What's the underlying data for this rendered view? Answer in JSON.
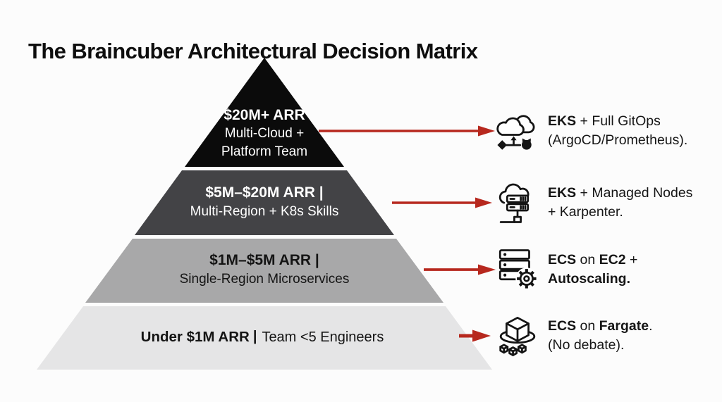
{
  "title": "The Braincuber Architectural Decision Matrix",
  "colors": {
    "background": "#fcfcfc",
    "arrow": "#b7281e",
    "tier1_bg": "#0b0b0b",
    "tier2_bg": "#434346",
    "tier3_bg": "#a8a8a9",
    "tier4_bg": "#e5e5e6"
  },
  "pyramid": {
    "tiers": [
      {
        "name": "tier-20m-plus",
        "line1": "$20M+ ARR",
        "line2": "Multi-Cloud +",
        "line3": "Platform Team"
      },
      {
        "name": "tier-5m-20m",
        "line1": "$5M–$20M ARR |",
        "line2": "Multi-Region + K8s Skills"
      },
      {
        "name": "tier-1m-5m",
        "line1": "$1M–$5M ARR |",
        "line2": "Single-Region Microservices"
      },
      {
        "name": "tier-under-1m",
        "bold": "Under $1M ARR",
        "separator": "|",
        "regular": "Team <5 Engineers"
      }
    ]
  },
  "recommendations": [
    {
      "icon": "multi-cloud-gitops-icon",
      "line1": [
        {
          "t": "EKS",
          "b": true
        },
        {
          "t": " + Full GitOps",
          "b": false
        }
      ],
      "line2": [
        {
          "t": "(ArgoCD/Prometheus).",
          "b": false
        }
      ]
    },
    {
      "icon": "cloud-managed-nodes-icon",
      "line1": [
        {
          "t": "EKS",
          "b": true
        },
        {
          "t": " + Managed Nodes",
          "b": false
        }
      ],
      "line2": [
        {
          "t": "+ Karpenter.",
          "b": false
        }
      ]
    },
    {
      "icon": "server-stack-gear-icon",
      "line1": [
        {
          "t": "ECS",
          "b": true
        },
        {
          "t": " on ",
          "b": false
        },
        {
          "t": "EC2",
          "b": true
        },
        {
          "t": " +",
          "b": false
        }
      ],
      "line2": [
        {
          "t": "Autoscaling.",
          "b": true
        }
      ]
    },
    {
      "icon": "cube-containers-icon",
      "line1": [
        {
          "t": "ECS",
          "b": true
        },
        {
          "t": " on ",
          "b": false
        },
        {
          "t": "Fargate",
          "b": true
        },
        {
          "t": ".",
          "b": false
        }
      ],
      "line2": [
        {
          "t": "(No debate).",
          "b": false
        }
      ]
    }
  ]
}
